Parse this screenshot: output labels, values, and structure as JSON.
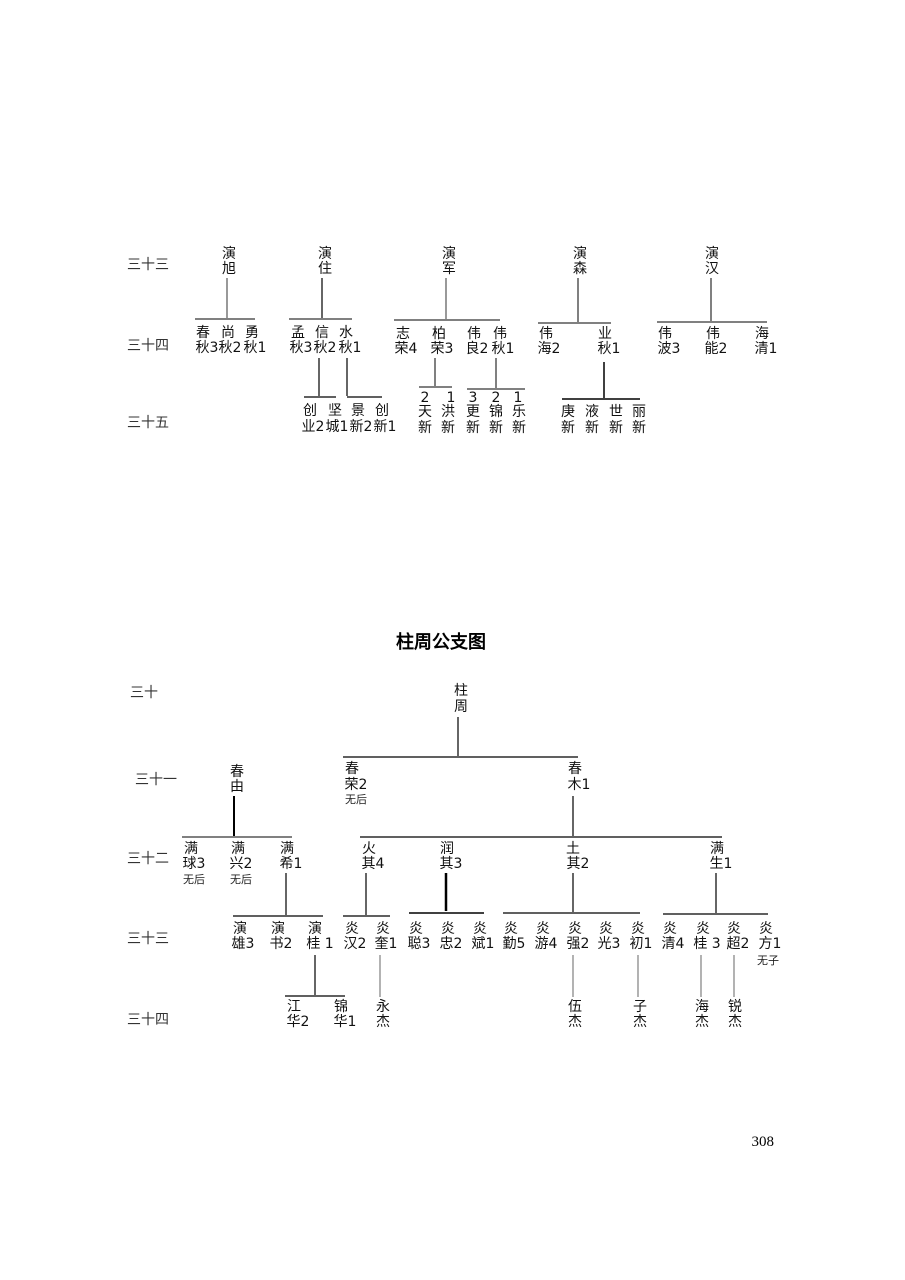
{
  "title": "柱周公支图",
  "page_number": "308",
  "generation_labels": {
    "g30": "三十",
    "g31": "三十一",
    "g32": "三十二",
    "g33": "三十三",
    "g34": "三十四",
    "g35": "三十五"
  },
  "nodes": {
    "t_yxu_1": "演",
    "t_yxu_2": "旭",
    "t_yzh_1": "演",
    "t_yzh_2": "住",
    "t_yjun_1": "演",
    "t_yjun_2": "军",
    "t_ysen_1": "演",
    "t_ysen_2": "森",
    "t_yhan_1": "演",
    "t_yhan_2": "汉",
    "t_chun_1": "春",
    "t_chun_2": "秋3",
    "t_shang_1": "尚",
    "t_shang_2": "秋2",
    "t_yong_1": "勇",
    "t_yong_2": "秋1",
    "t_meng_1": "孟",
    "t_meng_2": "秋3",
    "t_xin_1": "信",
    "t_xin_2": "秋2",
    "t_shui_1": "水",
    "t_shui_2": "秋1",
    "t_zhi_1": "志",
    "t_zhi_2": "荣4",
    "t_bai_1": "柏",
    "t_bai_2": "荣3",
    "t_wl_1": "伟",
    "t_wl_2": "良2",
    "t_wq_1": "伟",
    "t_wq_2": "秋1",
    "t_wh_1": "伟",
    "t_wh_2": "海2",
    "t_ye_1": "业",
    "t_ye_2": "秋1",
    "t_wb_1": "伟",
    "t_wb_2": "波3",
    "t_wn_1": "伟",
    "t_wn_2": "能2",
    "t_hq_1": "海",
    "t_hq_2": "清1",
    "t_cy_1": "创",
    "t_cy_2": "业2",
    "t_jc_1": "坚",
    "t_jc_2": "城1",
    "t_jx_1": "景",
    "t_jx_2": "新2",
    "t_cx_1": "创",
    "t_cx_2": "新1",
    "t_tx_0": "2",
    "t_tx_1": "天",
    "t_tx_2": "新",
    "t_hx_0": "1",
    "t_hx_1": "洪",
    "t_hx_2": "新",
    "t_gx_0": "3",
    "t_gx_1": "更",
    "t_gx_2": "新",
    "t_jnx_0": "2",
    "t_jnx_1": "锦",
    "t_jnx_2": "新",
    "t_lx_0": "1",
    "t_lx_1": "乐",
    "t_lx_2": "新",
    "t_gex_1": "庚",
    "t_gex_2": "新",
    "t_yyx_1": "液",
    "t_yyx_2": "新",
    "t_sx_1": "世",
    "t_sx_2": "新",
    "t_lix_1": "丽",
    "t_lix_2": "新",
    "b_zz_1": "柱",
    "b_zz_2": "周",
    "b_cy_1": "春",
    "b_cy_2": "由",
    "b_cr_1": "春",
    "b_cr_2": "荣2",
    "b_cr_3": "无后",
    "b_cm_1": "春",
    "b_cm_2": "木1",
    "b_mq_1": "满",
    "b_mq_2": "球3",
    "b_mq_3": "无后",
    "b_mx_1": "满",
    "b_mx_2": "兴2",
    "b_mx_3": "无后",
    "b_mxi_1": "满",
    "b_mxi_2": "希1",
    "b_hq_1": "火",
    "b_hq_2": "其4",
    "b_rq_1": "润",
    "b_rq_2": "其3",
    "b_tq_1": "土",
    "b_tq_2": "其2",
    "b_ms_1": "满",
    "b_ms_2": "生1",
    "b_yx_1": "演",
    "b_yx_2": "雄3",
    "b_ys_1": "演",
    "b_ys_2": "书2",
    "b_yg_1": "演",
    "b_yg_2": "桂 1",
    "b_yh_1": "炎",
    "b_yh_2": "汉2",
    "b_yk_1": "炎",
    "b_yk_2": "奎1",
    "b_yc_1": "炎",
    "b_yc_2": "聪3",
    "b_yzh_1": "炎",
    "b_yzh_2": "忠2",
    "b_yb_1": "炎",
    "b_yb_2": "斌1",
    "b_yq_1": "炎",
    "b_yq_2": "勤5",
    "b_yy_1": "炎",
    "b_yy_2": "游4",
    "b_yqi_1": "炎",
    "b_yqi_2": "强2",
    "b_yg2_1": "炎",
    "b_yg2_2": "光3",
    "b_yck_1": "炎",
    "b_yck_2": "初1",
    "b_yqg_1": "炎",
    "b_yqg_2": "清4",
    "b_ygu_1": "炎",
    "b_ygu_2": "桂 3",
    "b_ych_1": "炎",
    "b_ych_2": "超2",
    "b_yf_1": "炎",
    "b_yf_2": "方1",
    "b_yf_3": "无子",
    "b_jh_1": "江",
    "b_jh_2": "华2",
    "b_jih_1": "锦",
    "b_jih_2": "华1",
    "b_yj_1": "永",
    "b_yj_2": "杰",
    "b_wj_1": "伍",
    "b_wj_2": "杰",
    "b_zj_1": "子",
    "b_zj_2": "杰",
    "b_hj_1": "海",
    "b_hj_2": "杰",
    "b_rj_1": "锐",
    "b_rj_2": "杰"
  }
}
